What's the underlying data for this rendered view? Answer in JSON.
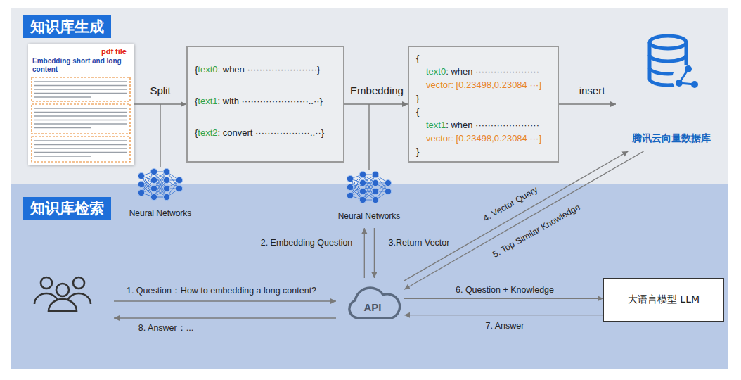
{
  "diagram": {
    "nodes": [
      {
        "text": [
          "知识库生成"
        ]
      },
      {
        "text": [
          "pdf file",
          "Embedding short and long content"
        ],
        "in": 0
      },
      {
        "text": [
          "{",
          "text0",
          ": when ·······················}",
          "{",
          "text1",
          ": with ······················..··}",
          "{",
          "text2",
          ": convert ··················..··}"
        ],
        "in": 0
      },
      {
        "text": [
          "{",
          "text0",
          ": when ·····················",
          "vector: [0.23498,0.23084 ···]",
          "}",
          "{",
          "text1",
          ": when ·····················",
          "vector: [0.23498,0.23084 ···]",
          "}"
        ],
        "in": 0
      },
      {
        "text": [
          "腾讯云向量数据库"
        ],
        "in": 0
      },
      {
        "text": [
          "知识库检索"
        ]
      },
      {
        "text": [
          "Neural Networks"
        ],
        "in": 5
      },
      {
        "text": [
          "Neural Networks"
        ],
        "in": 5
      },
      {
        "text": [
          "API"
        ],
        "in": 5
      },
      {
        "text": [
          "大语言模型 LLM"
        ],
        "in": 5
      }
    ],
    "edges": [
      {
        "from": 1,
        "to": 2,
        "label": "Split",
        "arrow": "to"
      },
      {
        "from": 2,
        "to": 3,
        "label": "Embedding",
        "arrow": "to"
      },
      {
        "from": 3,
        "to": 4,
        "label": "insert",
        "arrow": "to"
      },
      {
        "from": 8,
        "to": 7,
        "label": "2. Embedding Question",
        "arrow": "to"
      },
      {
        "from": 7,
        "to": 8,
        "label": "3.Return Vector",
        "arrow": "to"
      },
      {
        "from": 8,
        "to": 4,
        "label": "4. Vector Query",
        "arrow": "to"
      },
      {
        "from": 4,
        "to": 8,
        "label": "5. Top Similar Knowledge",
        "arrow": "to"
      },
      {
        "from": 8,
        "to": 9,
        "label": "6. Question + Knowledge",
        "arrow": "to"
      },
      {
        "from": 9,
        "to": 8,
        "label": "7. Answer",
        "arrow": "to"
      }
    ],
    "labels": [
      "1. Question：How to embedding a long content?",
      "8. Answer：..."
    ]
  }
}
